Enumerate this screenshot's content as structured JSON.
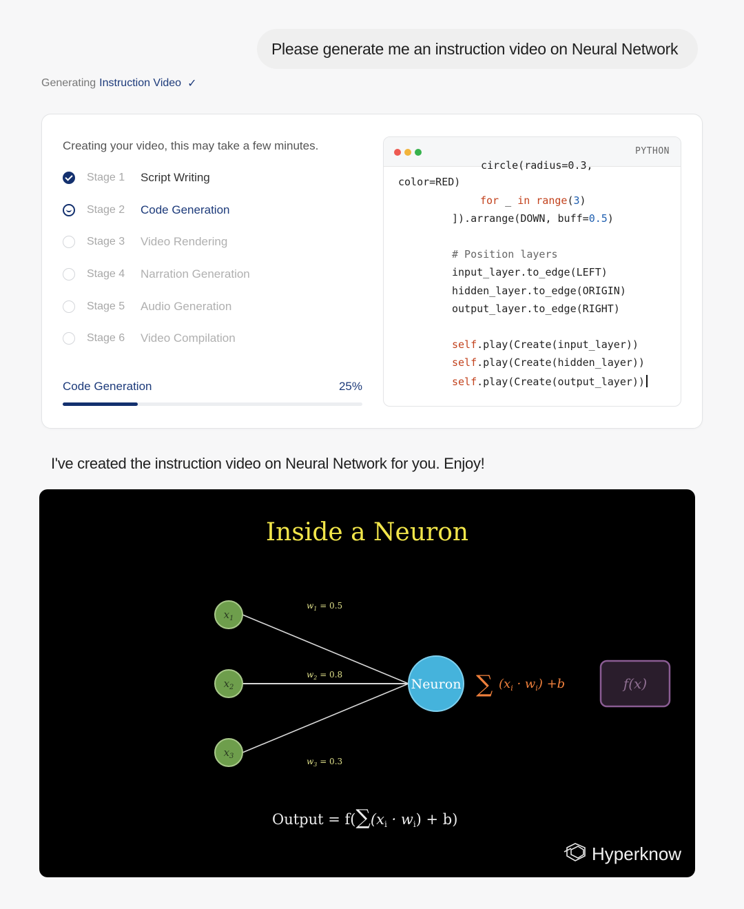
{
  "user_message": "Please generate me an instruction video on Neural Network",
  "status": {
    "prefix": "Generating",
    "highlight": "Instruction Video",
    "check_icon": "checkmark-icon"
  },
  "progress_card": {
    "intro": "Creating your video, this may take a few minutes.",
    "stages": [
      {
        "num": "Stage 1",
        "label": "Script Writing",
        "state": "done"
      },
      {
        "num": "Stage 2",
        "label": "Code Generation",
        "state": "active"
      },
      {
        "num": "Stage 3",
        "label": "Video Rendering",
        "state": "pending"
      },
      {
        "num": "Stage 4",
        "label": "Narration Generation",
        "state": "pending"
      },
      {
        "num": "Stage 5",
        "label": "Audio Generation",
        "state": "pending"
      },
      {
        "num": "Stage 6",
        "label": "Video Compilation",
        "state": "pending"
      }
    ],
    "current_label": "Code Generation",
    "percent_text": "25%",
    "percent": 25
  },
  "code_panel": {
    "language": "PYTHON",
    "lines": {
      "l0": "circle(radius=0.3,",
      "l1": "color=RED)",
      "l2_kw1": "for",
      "l2_mid": " _ ",
      "l2_kw2": "in",
      "l2_kw3": "range",
      "l2_open": "(",
      "l2_num": "3",
      "l2_close": ")",
      "l3_a": "]).arrange(DOWN, buff=",
      "l3_num": "0.5",
      "l3_b": ")",
      "l4": "# Position layers",
      "l5": "input_layer.to_edge(LEFT)",
      "l6": "hidden_layer.to_edge(ORIGIN)",
      "l7": "output_layer.to_edge(RIGHT)",
      "l8_kw": "self",
      "l8_rest": ".play(Create(input_layer))",
      "l9_kw": "self",
      "l9_rest": ".play(Create(hidden_layer))",
      "l10_kw": "self",
      "l10_rest": ".play(Create(output_layer))"
    }
  },
  "assistant_message": "I've created the instruction video on Neural Network for you. Enjoy!",
  "video": {
    "title": "Inside a Neuron",
    "inputs": [
      "x",
      "x",
      "x"
    ],
    "input_subs": [
      "1",
      "2",
      "3"
    ],
    "weights": [
      {
        "w": "w",
        "sub": "1",
        "val": " = 0.5"
      },
      {
        "w": "w",
        "sub": "2",
        "val": " = 0.8"
      },
      {
        "w": "w",
        "sub": "3",
        "val": " = 0.3"
      }
    ],
    "neuron_label": "Neuron",
    "sum_symbol": "∑",
    "sum_terms": "(x",
    "sum_i1": "i",
    "sum_dot": " · w",
    "sum_i2": "i",
    "sum_end": ")  +b",
    "activation": "f(x)",
    "output_prefix": "Output = f(",
    "output_sum": "∑",
    "output_mid": "(x",
    "output_i1": "i",
    "output_dot": " · w",
    "output_i2": "i",
    "output_end": ") + b)",
    "brand": "Hyperknow",
    "colors": {
      "title": "#f2e64a",
      "input_node": "#6e9e4c",
      "neuron": "#45b3dc",
      "sum": "#f0803c",
      "activation_box": "#8a5c93",
      "weights": "#dfe08a"
    }
  }
}
